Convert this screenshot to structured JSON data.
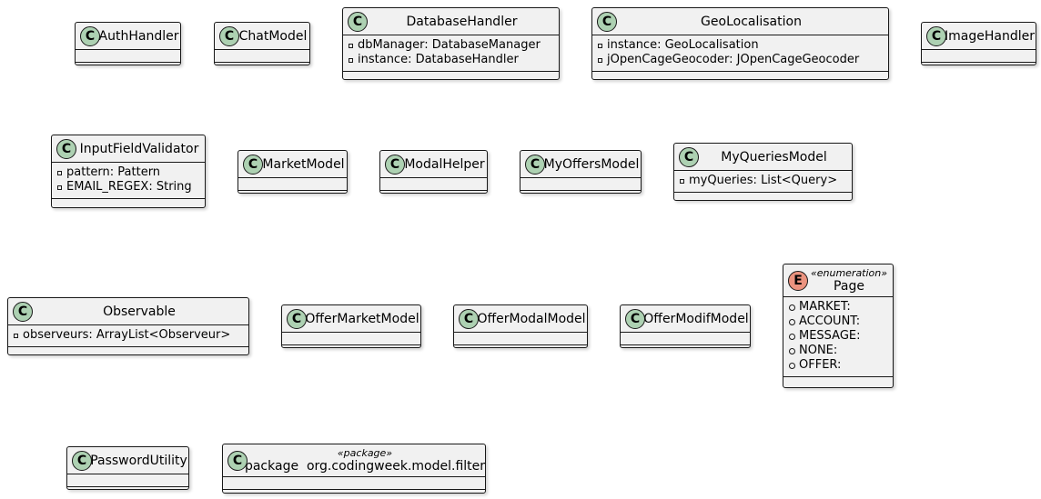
{
  "diagram": {
    "colors": {
      "class_badge": "#add1b2",
      "enum_badge": "#eb937f",
      "box_fill": "#f1f1f1",
      "border": "#181818"
    },
    "badges": {
      "class": "C",
      "enum": "E"
    },
    "classes": {
      "auth_handler": {
        "name": "AuthHandler"
      },
      "chat_model": {
        "name": "ChatModel"
      },
      "database_handler": {
        "name": "DatabaseHandler",
        "attributes": [
          "dbManager: DatabaseManager",
          "instance: DatabaseHandler"
        ]
      },
      "geo_localisation": {
        "name": "GeoLocalisation",
        "attributes": [
          "instance: GeoLocalisation",
          "jOpenCageGeocoder: JOpenCageGeocoder"
        ]
      },
      "image_handler": {
        "name": "ImageHandler"
      },
      "input_field_validator": {
        "name": "InputFieldValidator",
        "attributes": [
          "pattern: Pattern",
          "EMAIL_REGEX: String"
        ]
      },
      "market_model": {
        "name": "MarketModel"
      },
      "modal_helper": {
        "name": "ModalHelper"
      },
      "my_offers_model": {
        "name": "MyOffersModel"
      },
      "my_queries_model": {
        "name": "MyQueriesModel",
        "attributes": [
          "myQueries: List<Query>"
        ]
      },
      "observable": {
        "name": "Observable",
        "attributes": [
          "observeurs: ArrayList<Observeur>"
        ]
      },
      "offer_market_model": {
        "name": "OfferMarketModel"
      },
      "offer_modal_model": {
        "name": "OfferModalModel"
      },
      "offer_modif_model": {
        "name": "OfferModifModel"
      },
      "page": {
        "name": "Page",
        "stereotype": "«enumeration»",
        "attributes": [
          "MARKET:",
          "ACCOUNT:",
          "MESSAGE:",
          "NONE:",
          "OFFER:"
        ]
      },
      "password_utility": {
        "name": "PasswordUtility"
      },
      "filter_package": {
        "name": "package  org.codingweek.model.filter",
        "stereotype": "«package»"
      }
    }
  }
}
